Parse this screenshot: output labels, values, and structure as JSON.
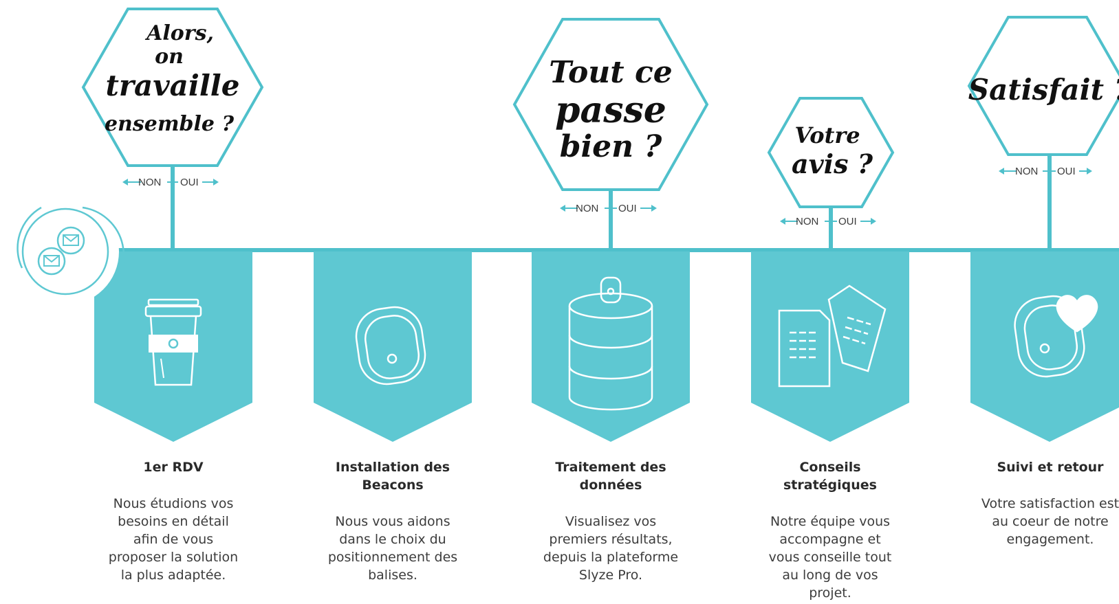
{
  "colors": {
    "accent": "#5ec8d2",
    "line": "#4fc0cb",
    "text": "#2a2a2a"
  },
  "arrows": {
    "no": "NON",
    "yes": "OUI"
  },
  "questions": [
    {
      "lines": [
        "Alors,",
        "on",
        "travaille",
        "ensemble ?"
      ]
    },
    {
      "lines": [
        "Tout ce",
        "passe",
        "bien ?"
      ]
    },
    {
      "lines": [
        "Votre",
        "avis ?"
      ]
    },
    {
      "lines": [
        "Satisfait ?"
      ]
    }
  ],
  "badge": {
    "icon": "chat-messages-icon"
  },
  "steps": [
    {
      "icon": "coffee-cup-icon",
      "title": "1er RDV",
      "desc": "Nous étudions vos\nbesoins en détail\nafin de vous\nproposer la solution\nla plus adaptée."
    },
    {
      "icon": "beacon-icon",
      "title": "Installation des\nBeacons",
      "desc": "Nous vous aidons\ndans le choix du\npositionnement des\nbalises."
    },
    {
      "icon": "database-icon",
      "title": "Traitement des\ndonnées",
      "desc": "Visualisez vos\npremiers résultats,\ndepuis la plateforme\nSlyze Pro."
    },
    {
      "icon": "documents-icon",
      "title": "Conseils\nstratégiques",
      "desc": "Notre équipe vous\naccompagne et\nvous conseille tout\nau long de vos\nprojet."
    },
    {
      "icon": "beacon-heart-icon",
      "title": "Suivi et retour",
      "desc": "Votre satisfaction est\nau coeur de notre\nengagement."
    }
  ]
}
